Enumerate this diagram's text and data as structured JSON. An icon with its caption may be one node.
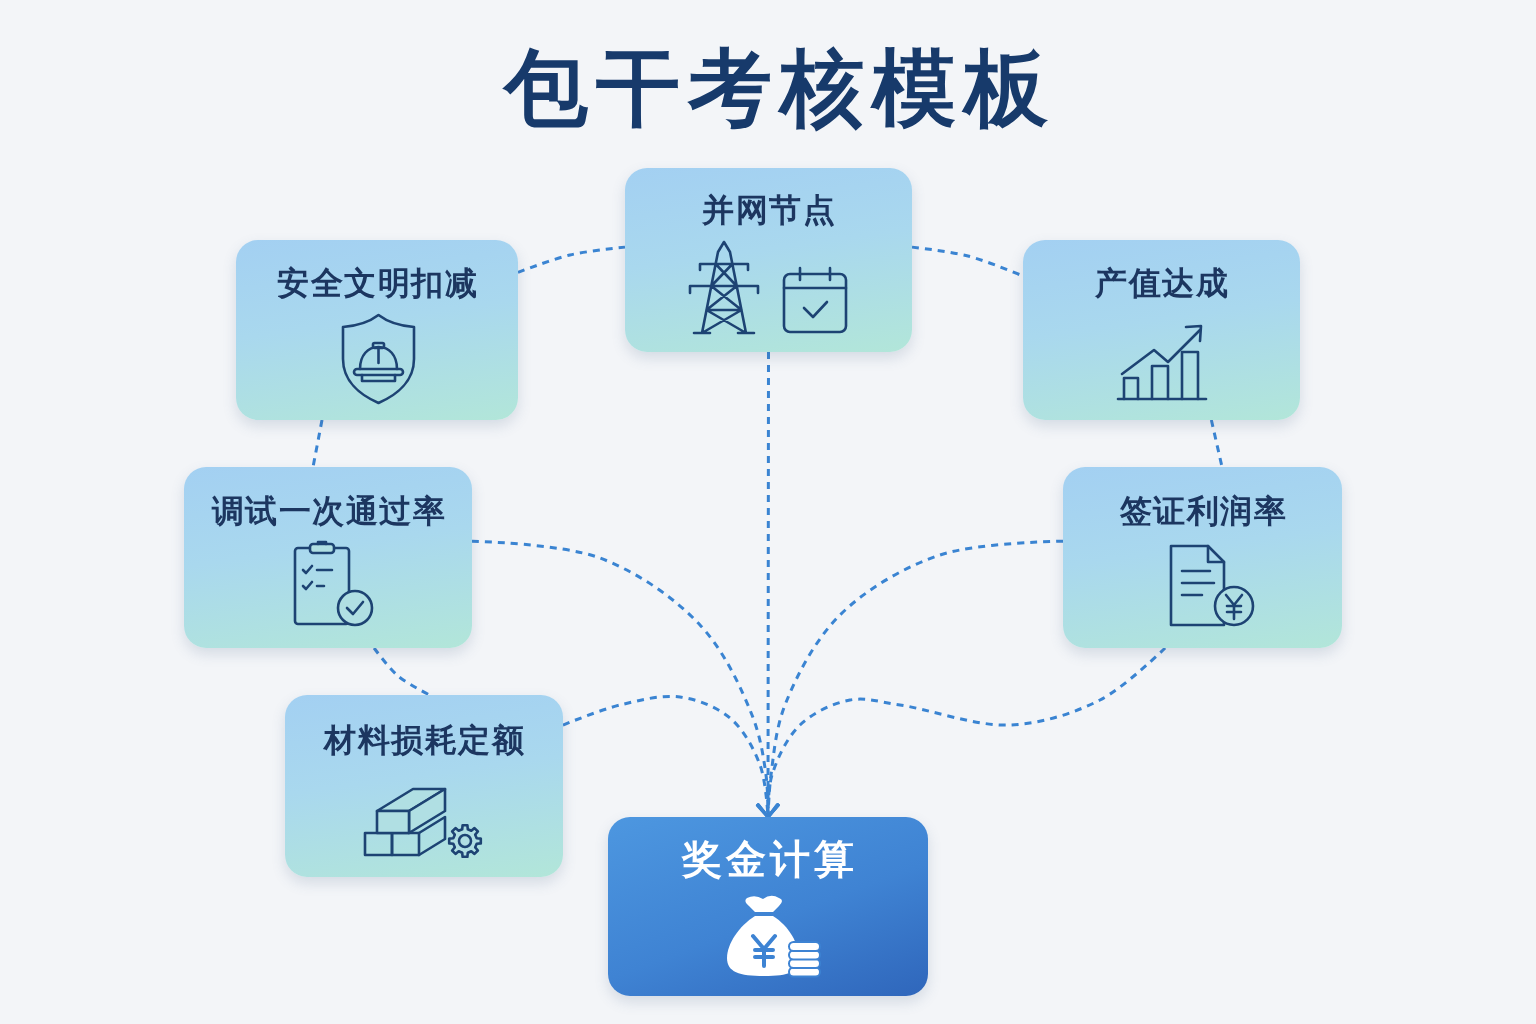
{
  "diagram": {
    "title": "包干考核模板",
    "nodes": [
      {
        "text": [
          "并网节点"
        ]
      },
      {
        "text": [
          "安全文明扣减"
        ]
      },
      {
        "text": [
          "产值达成"
        ]
      },
      {
        "text": [
          "调试一次通过率"
        ]
      },
      {
        "text": [
          "签证利润率"
        ]
      },
      {
        "text": [
          "材料损耗定额"
        ]
      },
      {
        "text": [
          "奖金计算"
        ]
      }
    ],
    "edges": [
      {
        "from": 1,
        "to": 0,
        "arrow": "none",
        "style": "dashed"
      },
      {
        "from": 0,
        "to": 2,
        "arrow": "none",
        "style": "dashed"
      },
      {
        "from": 1,
        "to": 3,
        "arrow": "none",
        "style": "dashed"
      },
      {
        "from": 2,
        "to": 4,
        "arrow": "none",
        "style": "dashed"
      },
      {
        "from": 3,
        "to": 5,
        "arrow": "none",
        "style": "dashed"
      },
      {
        "from": 0,
        "to": 6,
        "arrow": "to",
        "style": "dashed"
      },
      {
        "from": 3,
        "to": 6,
        "arrow": "to",
        "style": "dashed"
      },
      {
        "from": 5,
        "to": 6,
        "arrow": "to",
        "style": "dashed"
      },
      {
        "from": 4,
        "to": 6,
        "arrow": "to",
        "style": "dashed"
      },
      {
        "from": 4,
        "to": 6,
        "arrow": "to",
        "style": "dashed"
      }
    ]
  }
}
